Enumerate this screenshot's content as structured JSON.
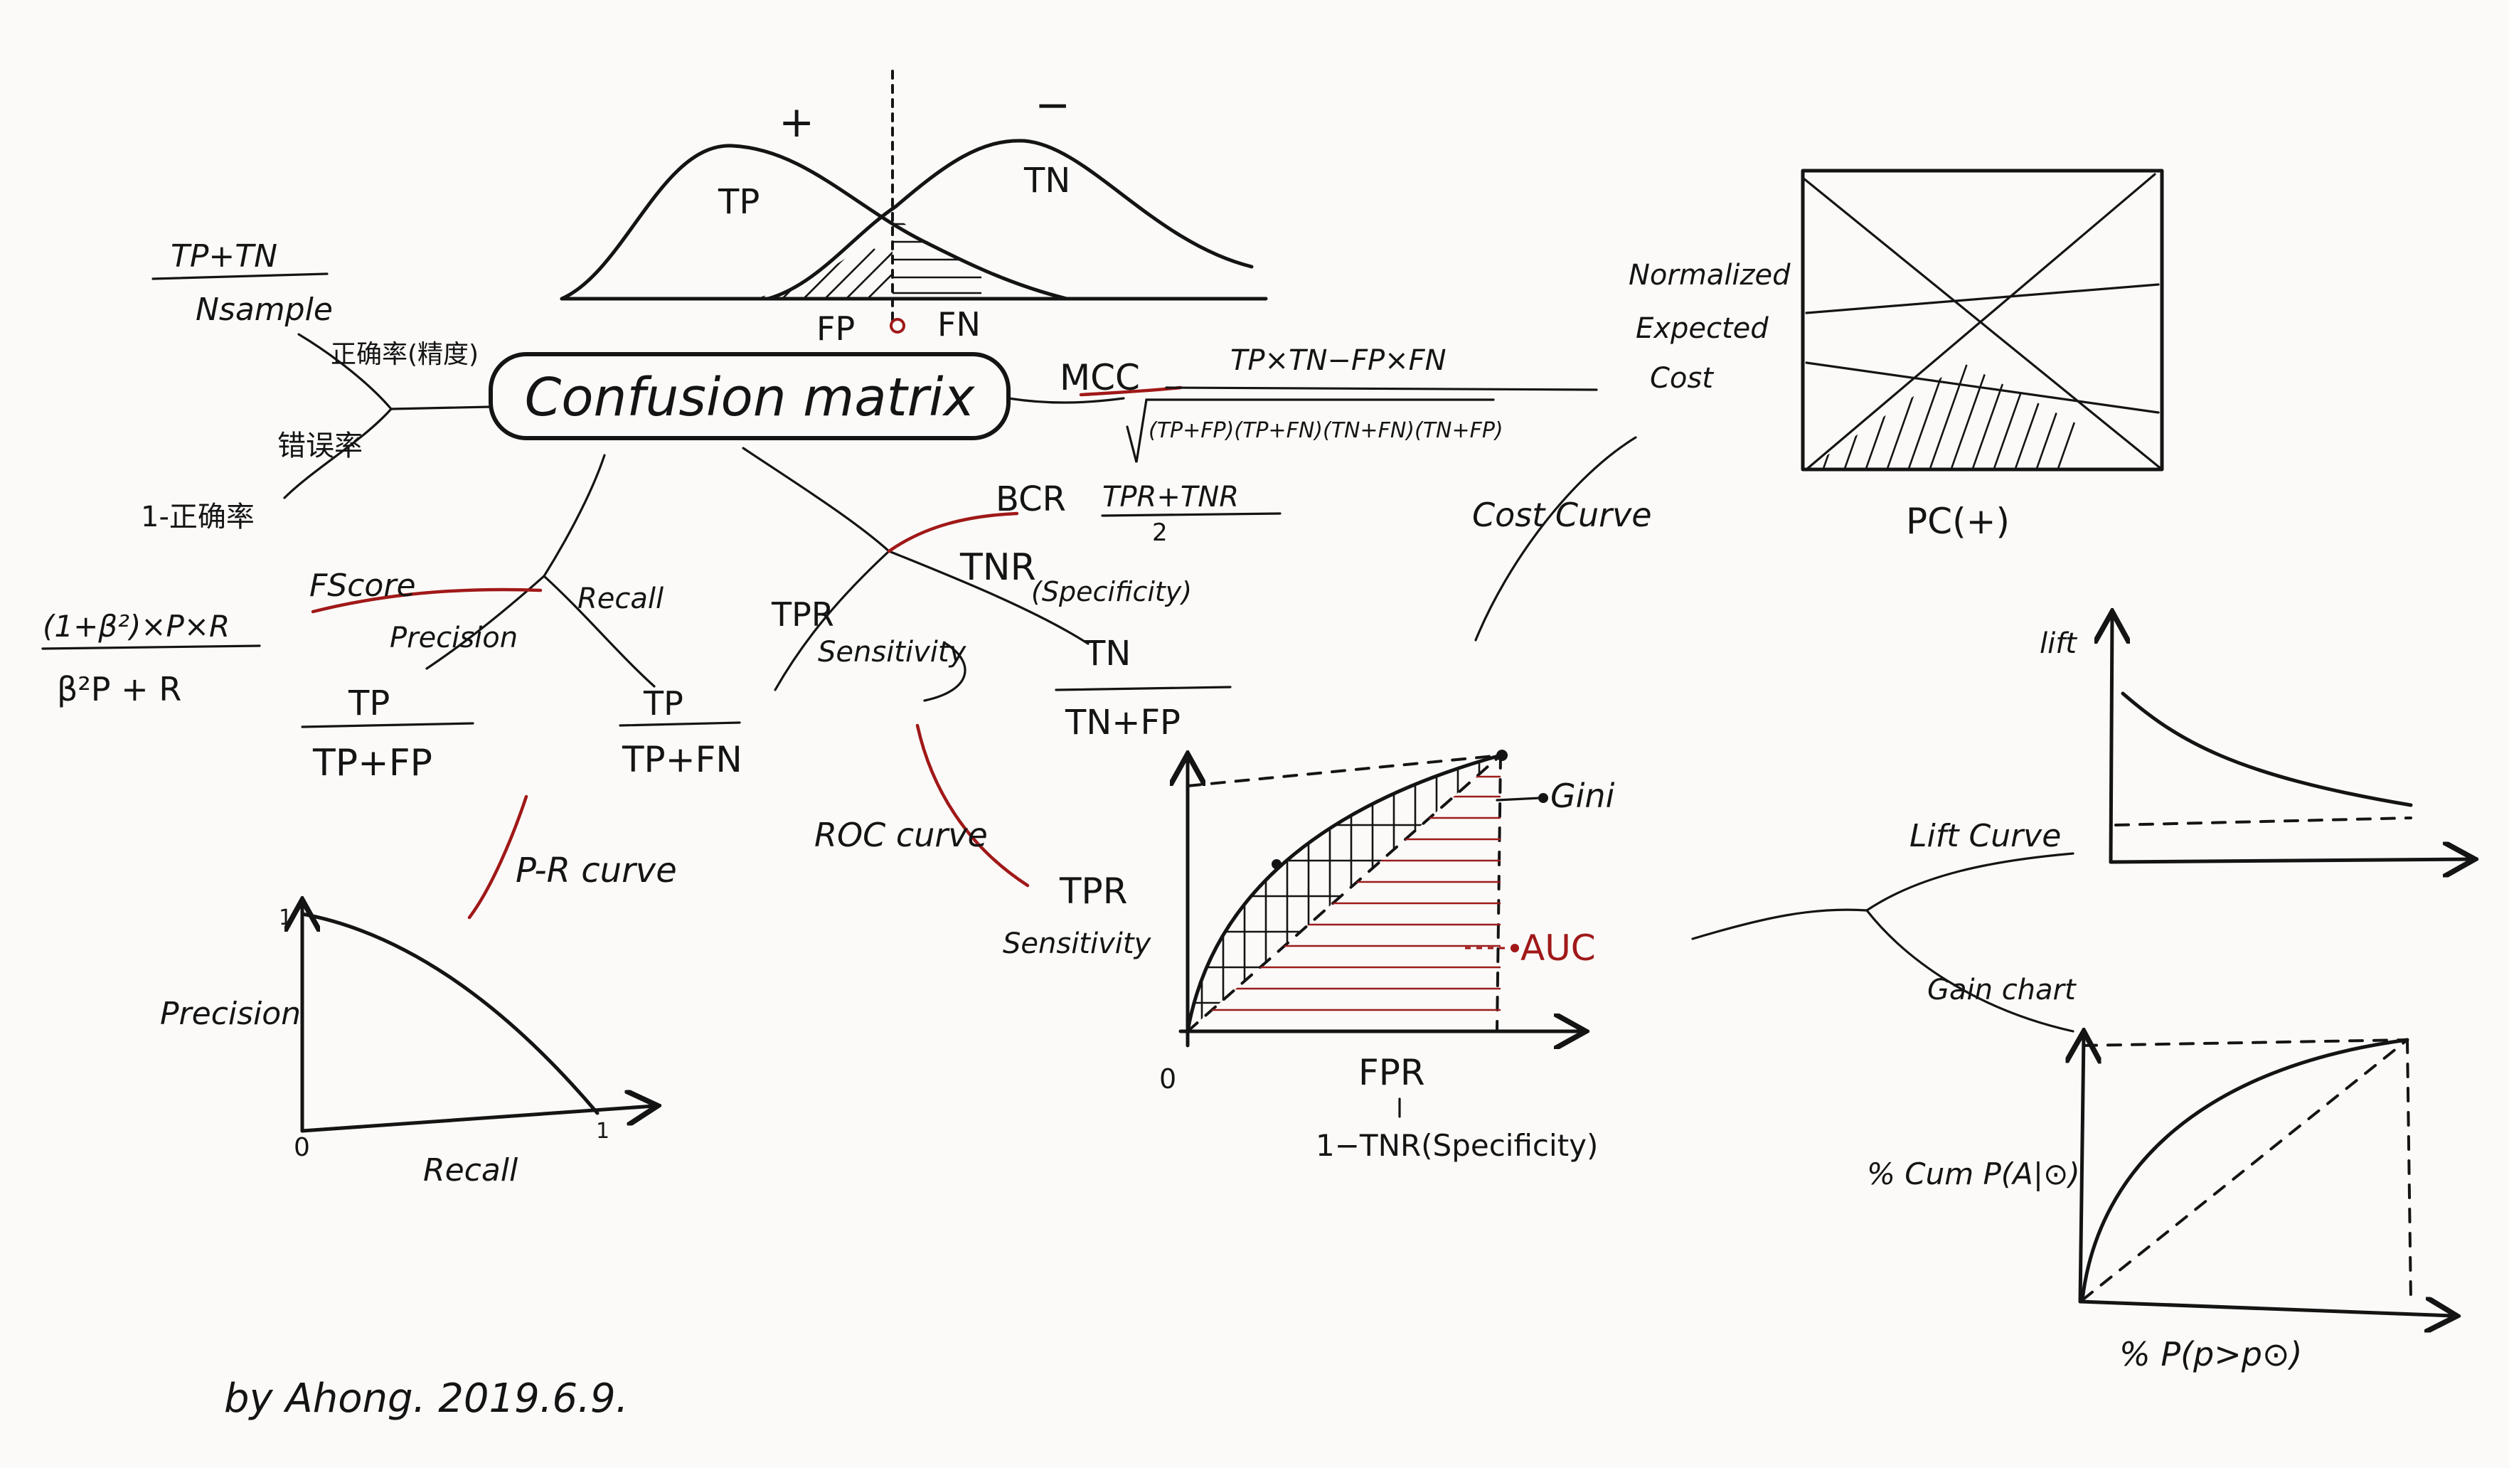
{
  "center": {
    "title": "Confusion matrix"
  },
  "accuracy": {
    "numerator": "TP+TN",
    "denominator": "Nsample",
    "label": "正确率(精度)",
    "error_label": "错误率",
    "error_formula": "1-正确率"
  },
  "distributions": {
    "plus_sign": "+",
    "minus_sign": "−",
    "tp_label": "TP",
    "tn_label": "TN",
    "fp_label": "FP",
    "fn_label": "FN"
  },
  "mcc": {
    "label": "MCC",
    "numerator": "TP×TN−FP×FN",
    "denominator": "(TP+FP)(TP+FN)(TN+FN)(TN+FP)"
  },
  "fscore": {
    "label": "FScore",
    "numerator": "(1+β²)×P×R",
    "denominator": "β²P + R"
  },
  "precision": {
    "label": "Precision",
    "numerator": "TP",
    "denominator": "TP+FP"
  },
  "recall": {
    "label": "Recall",
    "numerator": "TP",
    "denominator": "TP+FN"
  },
  "tpr": {
    "label": "TPR",
    "sub": "Sensitivity"
  },
  "bcr": {
    "label": "BCR",
    "numerator": "TPR+TNR",
    "denominator": "2"
  },
  "tnr": {
    "label": "TNR",
    "sub": "(Specificity)",
    "numerator": "TN",
    "denominator": "TN+FP"
  },
  "pr_curve": {
    "label": "P-R curve",
    "ylabel": "Precision",
    "xlabel": "Recall",
    "origin": "0",
    "tick_one_x": "1",
    "tick_one_y": "1"
  },
  "roc_curve": {
    "label": "ROC curve",
    "ylabel_top": "TPR",
    "ylabel_bottom": "Sensitivity",
    "xlabel": "FPR",
    "xlabel_sub": "1−TNR(Specificity)",
    "origin": "0",
    "gini": "Gini",
    "auc": "AUC"
  },
  "cost_curve": {
    "label": "Cost Curve",
    "ylabel": [
      "Normalized",
      "Expected",
      "Cost"
    ],
    "xlabel": "PC(+)"
  },
  "lift_curve": {
    "label": "Lift Curve",
    "ylabel": "lift"
  },
  "gain_chart": {
    "label": "Gain chart",
    "ylabel": "% Cum P(A|⊙)",
    "xlabel": "% P(p>p⊙)"
  },
  "signature": "by Ahong. 2019.6.9.",
  "colors": {
    "ink": "#141414",
    "red": "#a01818",
    "paper": "#fbfaf8"
  }
}
